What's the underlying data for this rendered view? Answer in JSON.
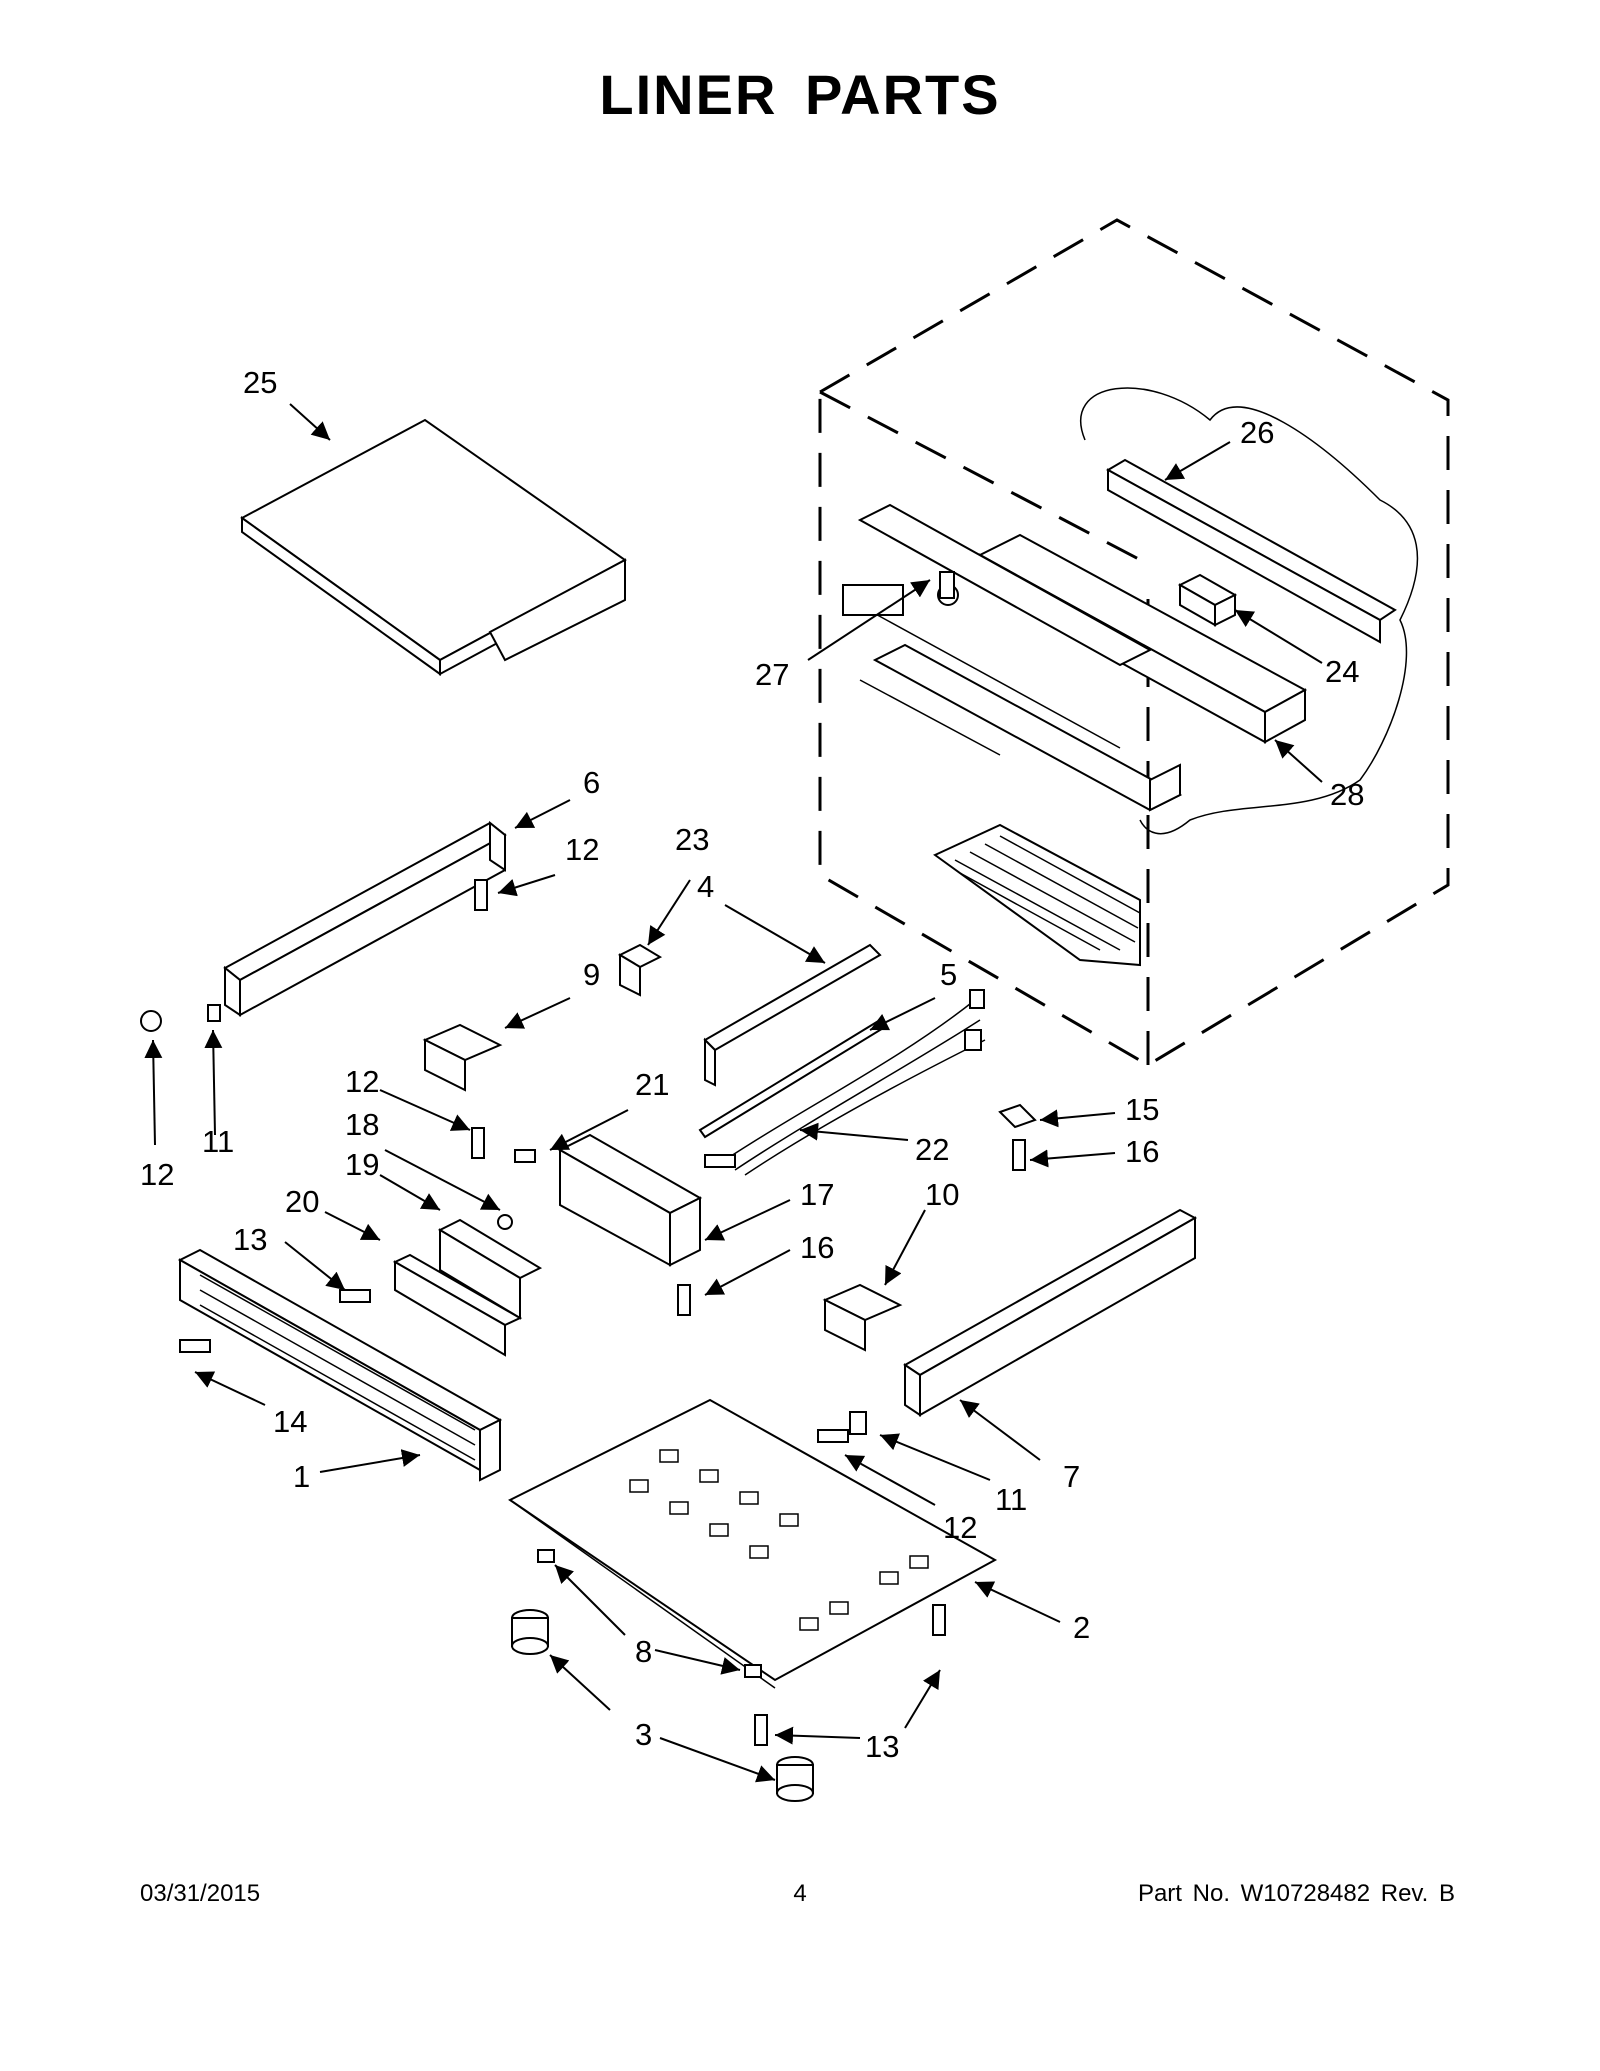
{
  "title": "LINER PARTS",
  "footer": {
    "date": "03/31/2015",
    "page": "4",
    "part_no": "Part No.  W10728482  Rev.  B"
  },
  "callouts": {
    "c1": "1",
    "c2": "2",
    "c3": "3",
    "c4": "4",
    "c5": "5",
    "c6": "6",
    "c7": "7",
    "c8": "8",
    "c9": "9",
    "c10": "10",
    "c11a": "11",
    "c11b": "11",
    "c12a": "12",
    "c12b": "12",
    "c12c": "12",
    "c12d": "12",
    "c13a": "13",
    "c13b": "13",
    "c14": "14",
    "c15": "15",
    "c16a": "16",
    "c16b": "16",
    "c17": "17",
    "c18": "18",
    "c19": "19",
    "c20": "20",
    "c21": "21",
    "c22": "22",
    "c23": "23",
    "c24": "24",
    "c25": "25",
    "c26": "26",
    "c27": "27",
    "c28": "28"
  }
}
